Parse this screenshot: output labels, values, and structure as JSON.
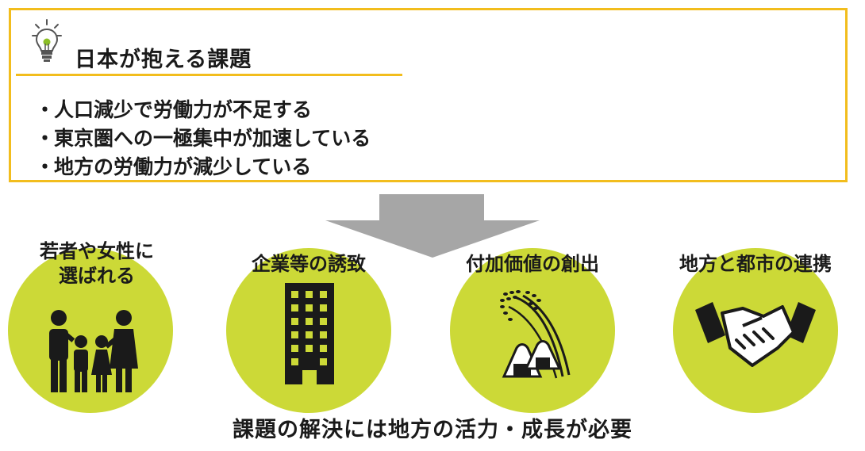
{
  "header": {
    "icon": "lightbulb-icon",
    "title": "日本が抱える課題",
    "accent_color": "#f2bd1d"
  },
  "issues": [
    "人口減少で労働力が不足する",
    "東京圏への一極集中が加速している",
    "地方の労働力が減少している"
  ],
  "bullet_mark": "・",
  "arrow_icon": "down-arrow-icon",
  "circle_color": "#ccd937",
  "measures": [
    {
      "label_line1": "若者や女性に",
      "label_line2": "選ばれる",
      "icon": "family-icon"
    },
    {
      "label_line1": "企業等の誘致",
      "label_line2": "",
      "icon": "office-building-icon"
    },
    {
      "label_line1": "付加価値の創出",
      "label_line2": "",
      "icon": "rice-and-onigiri-icon"
    },
    {
      "label_line1": "地方と都市の連携",
      "label_line2": "",
      "icon": "handshake-icon"
    }
  ],
  "conclusion": "課題の解決には地方の活力・成長が必要"
}
